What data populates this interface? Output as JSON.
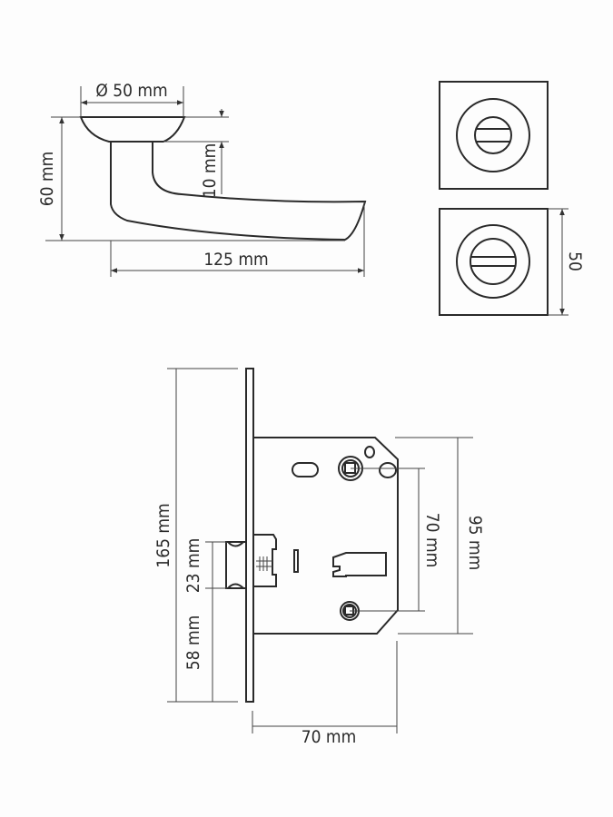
{
  "handle": {
    "rose_diameter": "Ø 50 mm",
    "height": "60 mm",
    "rose_thickness": "10 mm",
    "length": "125 mm"
  },
  "escutcheon": {
    "size": "50"
  },
  "lock": {
    "faceplate_height": "165 mm",
    "latch_offset": "58 mm",
    "latch_height": "23 mm",
    "center_distance": "70 mm",
    "body_height": "95 mm",
    "backset": "70 mm"
  },
  "colors": {
    "line": "#2a2a2a",
    "background": "#fdfdfd"
  }
}
